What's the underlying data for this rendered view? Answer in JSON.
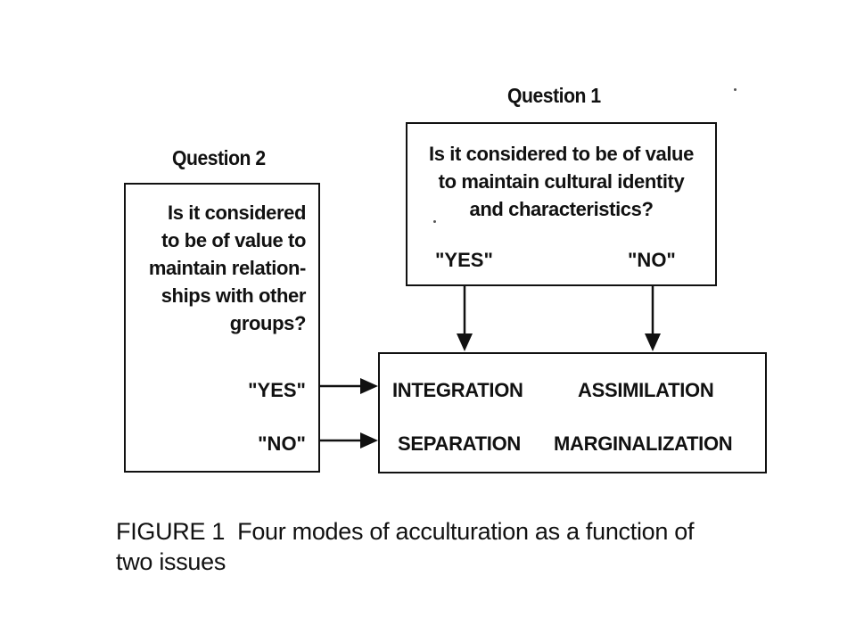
{
  "question1": {
    "title": "Question 1",
    "lines": [
      "Is it considered to be of value",
      "to maintain cultural identity",
      "and characteristics?"
    ],
    "yes": "\"YES\"",
    "no": "\"NO\""
  },
  "question2": {
    "title": "Question 2",
    "lines": [
      "Is it considered",
      "to be of value to",
      "maintain relation-",
      "ships with other",
      "groups?"
    ],
    "yes": "\"YES\"",
    "no": "\"NO\""
  },
  "modes": {
    "integration": "INTEGRATION",
    "assimilation": "ASSIMILATION",
    "separation": "SEPARATION",
    "marginalization": "MARGINALIZATION"
  },
  "caption": {
    "label": "FIGURE 1",
    "line1": "Four modes of acculturation as a function of",
    "line2": "two issues"
  }
}
